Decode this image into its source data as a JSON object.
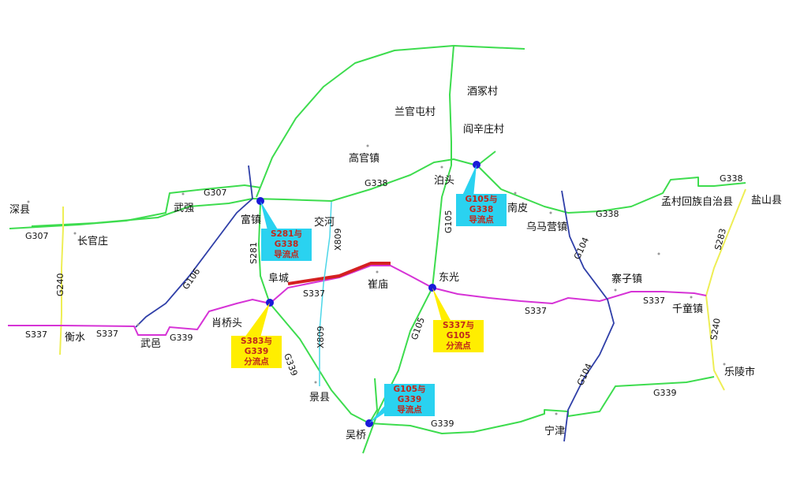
{
  "colors": {
    "national_road": "#3ddc4e",
    "provincial_s337": "#d633d6",
    "g104_g106": "#2f3fa8",
    "x809": "#4dd6e8",
    "provincial_yellow": "#eeee55",
    "highlight_segment": "#d42020",
    "diversion_point": "#1a1ad8",
    "callout_cyan": "#2ad2f0",
    "callout_yellow": "#ffee00",
    "callout_text": "#c0271b"
  },
  "places": {
    "shenxian": "深县",
    "wuqiang": "武强",
    "changguanzhuang": "长官庄",
    "fuzhen": "富镇",
    "jiaohe": "交河",
    "gaoguanzhen": "高官镇",
    "languantuncun": "兰官屯村",
    "jiuzhongcun": "酒冢村",
    "yanxinzhuangcun": "阎辛庄村",
    "botou": "泊头",
    "nanpi": "南皮",
    "wumayingzhen": "乌马营镇",
    "mengcun": "孟村回族自治县",
    "yanshan": "盐山县",
    "fucheng": "阜城",
    "cuimiao": "崔庙",
    "dongguang": "东光",
    "zhaizizhen": "寨子镇",
    "qiantongzhen": "千童镇",
    "hengshui": "衡水",
    "wuyi": "武邑",
    "xiaoqiaotou": "肖桥头",
    "jingxian": "景县",
    "wuqiao": "吴桥",
    "ningjin": "宁津",
    "leling": "乐陵市"
  },
  "roads": {
    "g307_west": "G307",
    "g307_east": "G307",
    "g338_mid": "G338",
    "g338_east": "G338",
    "g338_far": "G338",
    "s281": "S281",
    "x809_north": "X809",
    "x809_south": "X809",
    "g106": "G106",
    "g240": "G240",
    "s337_west": "S337",
    "s337_west2": "S337",
    "s337_mid": "S337",
    "s337_east": "S337",
    "s337_far": "S337",
    "g339_west": "G339",
    "g339_diag": "G339",
    "g339_south": "G339",
    "g339_east": "G339",
    "g105_north": "G105",
    "g105_south": "G105",
    "g104_north": "G104",
    "g104_south": "G104",
    "s283": "S283",
    "s240": "S240"
  },
  "callouts": {
    "s281_g338": [
      "S281与G338",
      "导流点"
    ],
    "g105_g338": [
      "G105与G338",
      "导流点"
    ],
    "s383_g339": [
      "S383与G339",
      "分流点"
    ],
    "s337_g105": [
      "S337与G105",
      "分流点"
    ],
    "g105_g339": [
      "G105与G339",
      "导流点"
    ]
  }
}
